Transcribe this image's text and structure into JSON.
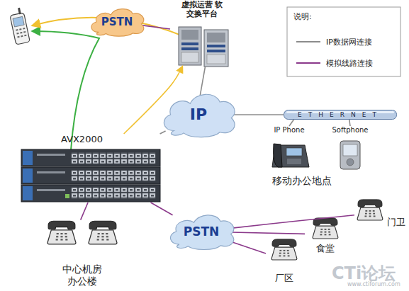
{
  "diagram": {
    "nodes": [
      {
        "text": [
          "PSTN"
        ]
      },
      {
        "text": [
          "虚拟运营 软交换平台"
        ]
      },
      {
        "text": [
          "IP"
        ]
      },
      {
        "text": [
          "ETHERNET"
        ]
      },
      {
        "text": [
          "IP Phone"
        ]
      },
      {
        "text": [
          "Softphone"
        ]
      },
      {
        "text": [
          "AVX2000"
        ]
      },
      {
        "text": [
          "中心机房 办公楼"
        ]
      },
      {
        "text": [
          "PSTN"
        ]
      },
      {
        "text": [
          "门卫"
        ]
      },
      {
        "text": [
          "食堂"
        ]
      },
      {
        "text": [
          "厂区"
        ]
      }
    ],
    "edges": [
      {
        "from": 1,
        "to": 0,
        "arrow": "none"
      },
      {
        "from": 1,
        "to": 2,
        "arrow": "none"
      },
      {
        "from": 2,
        "to": 3,
        "arrow": "none"
      },
      {
        "from": 3,
        "to": 4,
        "arrow": "none"
      },
      {
        "from": 3,
        "to": 5,
        "arrow": "none"
      },
      {
        "from": 6,
        "to": 2,
        "arrow": "none"
      },
      {
        "from": 6,
        "to": 1,
        "arrow": "to"
      },
      {
        "from": 6,
        "to": 7,
        "arrow": "none"
      },
      {
        "from": 6,
        "to": 8,
        "arrow": "none"
      },
      {
        "from": 8,
        "to": 9,
        "arrow": "none"
      },
      {
        "from": 8,
        "to": 10,
        "arrow": "none"
      },
      {
        "from": 8,
        "to": 11,
        "arrow": "none"
      }
    ],
    "labels": [
      "说明:",
      "移动办公地点",
      "CTi论坛",
      "www.ctiforum.com"
    ],
    "legend": [
      {
        "text": "IP数据网连接"
      },
      {
        "text": "模拟线路连接"
      }
    ]
  }
}
